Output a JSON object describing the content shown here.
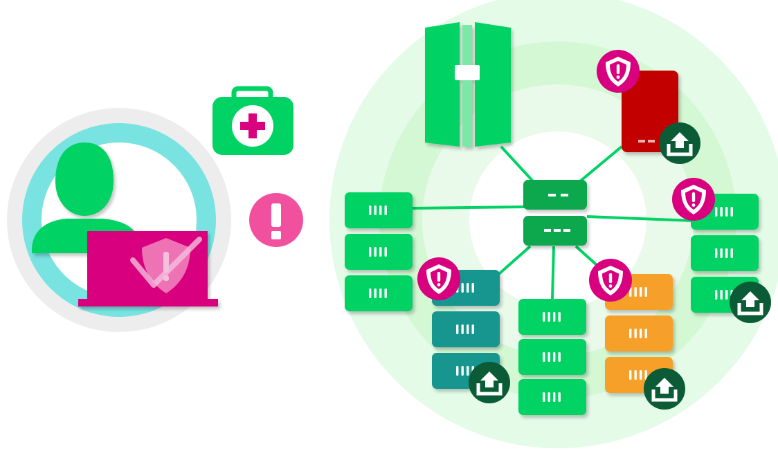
{
  "colors": {
    "green": "#00d264",
    "green_dark": "#07a84e",
    "green_deep": "#0b5b37",
    "magenta": "#d8007e",
    "pink": "#f0509e",
    "teal": "#17968f",
    "orange": "#f6a02c",
    "red": "#c20000",
    "halo_teal": "#78e3e1",
    "halo_grey": "#ededed",
    "ring_outer": "#e4fbe8",
    "ring_mid": "#d3f8d3",
    "ring_inner": "#e9f9ea"
  },
  "icons": {
    "user": "user-icon",
    "laptop": "laptop-icon",
    "laptop_shield": "shield-check-icon",
    "first_aid": "first-aid-kit-icon",
    "alert": "exclamation-icon",
    "threat": "shield-alert-icon",
    "backup": "upload-icon",
    "firewall": "firewall-icon",
    "switch": "network-switch-icon",
    "server": "server-rack-icon"
  },
  "network": {
    "racks": [
      {
        "id": "rack-left",
        "status": "healthy"
      },
      {
        "id": "rack-teal",
        "status": "compromised",
        "alert": true,
        "backup": true
      },
      {
        "id": "rack-center",
        "status": "healthy"
      },
      {
        "id": "rack-orange",
        "status": "compromised",
        "alert": true,
        "backup": true
      },
      {
        "id": "rack-right",
        "status": "healthy",
        "alert": true,
        "backup": true
      },
      {
        "id": "device-red",
        "status": "compromised",
        "alert": true,
        "backup": true
      }
    ]
  }
}
